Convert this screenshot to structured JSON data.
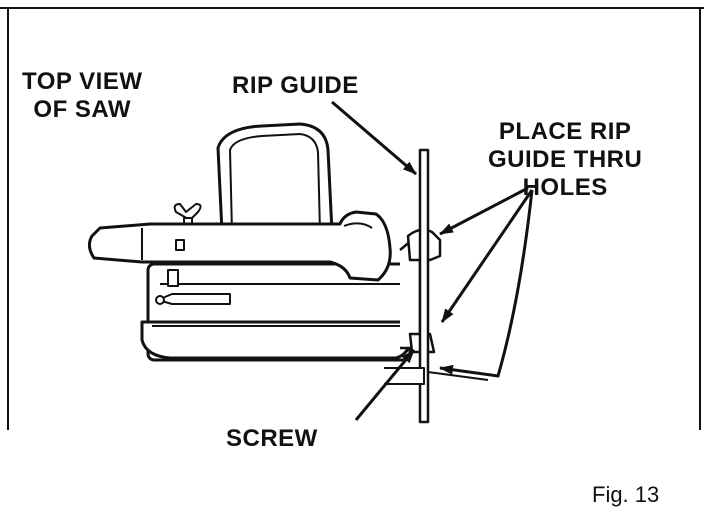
{
  "labels": {
    "top_view_line1": "TOP VIEW",
    "top_view_line2": "OF SAW",
    "rip_guide": "RIP GUIDE",
    "place_line1": "PLACE RIP",
    "place_line2": "GUIDE THRU",
    "place_line3": "HOLES",
    "screw": "SCREW"
  },
  "figure": {
    "caption": "Fig. 13"
  }
}
